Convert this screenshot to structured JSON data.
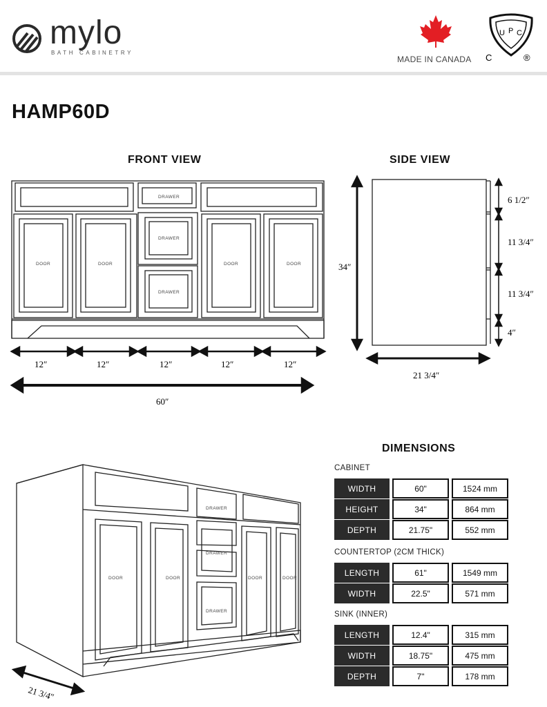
{
  "brand": {
    "name": "mylo",
    "tagline": "BATH CABINETRY",
    "made_in": "MADE IN CANADA",
    "cert_letters": [
      "U",
      "P",
      "C",
      "C",
      "®"
    ]
  },
  "model": "HAMP60D",
  "front_view": {
    "title": "FRONT VIEW",
    "labels": {
      "drawer": "DRAWER",
      "door": "DOOR"
    },
    "segment_widths": [
      "12″",
      "12″",
      "12″",
      "12″",
      "12″"
    ],
    "total_width": "60″"
  },
  "side_view": {
    "title": "SIDE VIEW",
    "height": "34″",
    "segments": [
      "6 1/2″",
      "11 3/4″",
      "11 3/4″",
      "4″"
    ],
    "depth": "21 3/4″"
  },
  "iso_view": {
    "depth": "21 3/4″"
  },
  "dimensions": {
    "title": "DIMENSIONS",
    "sections": [
      {
        "label": "CABINET",
        "rows": [
          {
            "key": "WIDTH",
            "inches": "60\"",
            "mm": "1524 mm"
          },
          {
            "key": "HEIGHT",
            "inches": "34\"",
            "mm": "864 mm"
          },
          {
            "key": "DEPTH",
            "inches": "21.75\"",
            "mm": "552 mm"
          }
        ]
      },
      {
        "label": "COUNTERTOP (2CM THICK)",
        "rows": [
          {
            "key": "LENGTH",
            "inches": "61\"",
            "mm": "1549 mm"
          },
          {
            "key": "WIDTH",
            "inches": "22.5\"",
            "mm": "571 mm"
          }
        ]
      },
      {
        "label": "SINK (INNER)",
        "rows": [
          {
            "key": "LENGTH",
            "inches": "12.4\"",
            "mm": "315 mm"
          },
          {
            "key": "WIDTH",
            "inches": "18.75\"",
            "mm": "475 mm"
          },
          {
            "key": "DEPTH",
            "inches": "7\"",
            "mm": "178 mm"
          }
        ]
      }
    ]
  },
  "colors": {
    "dark_cell": "#2b2b2b",
    "maple_leaf": "#e31e24",
    "rule": "#e3e3e3"
  }
}
